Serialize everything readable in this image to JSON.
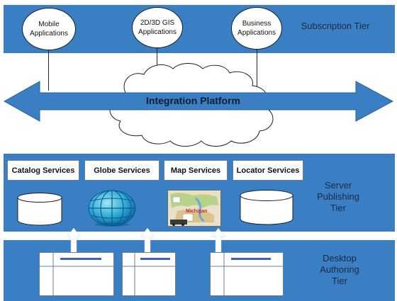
{
  "tiers": {
    "subscription": "Subscription Tier",
    "server_line1": "Server",
    "server_line2": "Publishing",
    "server_line3": "Tier",
    "desktop_line1": "Desktop",
    "desktop_line2": "Authoring",
    "desktop_line3": "Tier"
  },
  "applications": {
    "mobile_line1": "Mobile",
    "mobile_line2": "Applications",
    "gis_line1": "2D/3D GIS",
    "gis_line2": "Applications",
    "business_line1": "Business",
    "business_line2": "Applications"
  },
  "integration": {
    "label": "Integration Platform"
  },
  "services": {
    "catalog": "Catalog Services",
    "globe": "Globe Services",
    "map": "Map Services",
    "locator": "Locator Services"
  },
  "map_thumbnail": {
    "label": "Michigan"
  },
  "colors": {
    "band": "#3a7fc4",
    "arrow": "#3a7fc4",
    "cloud": "#ffffff"
  }
}
